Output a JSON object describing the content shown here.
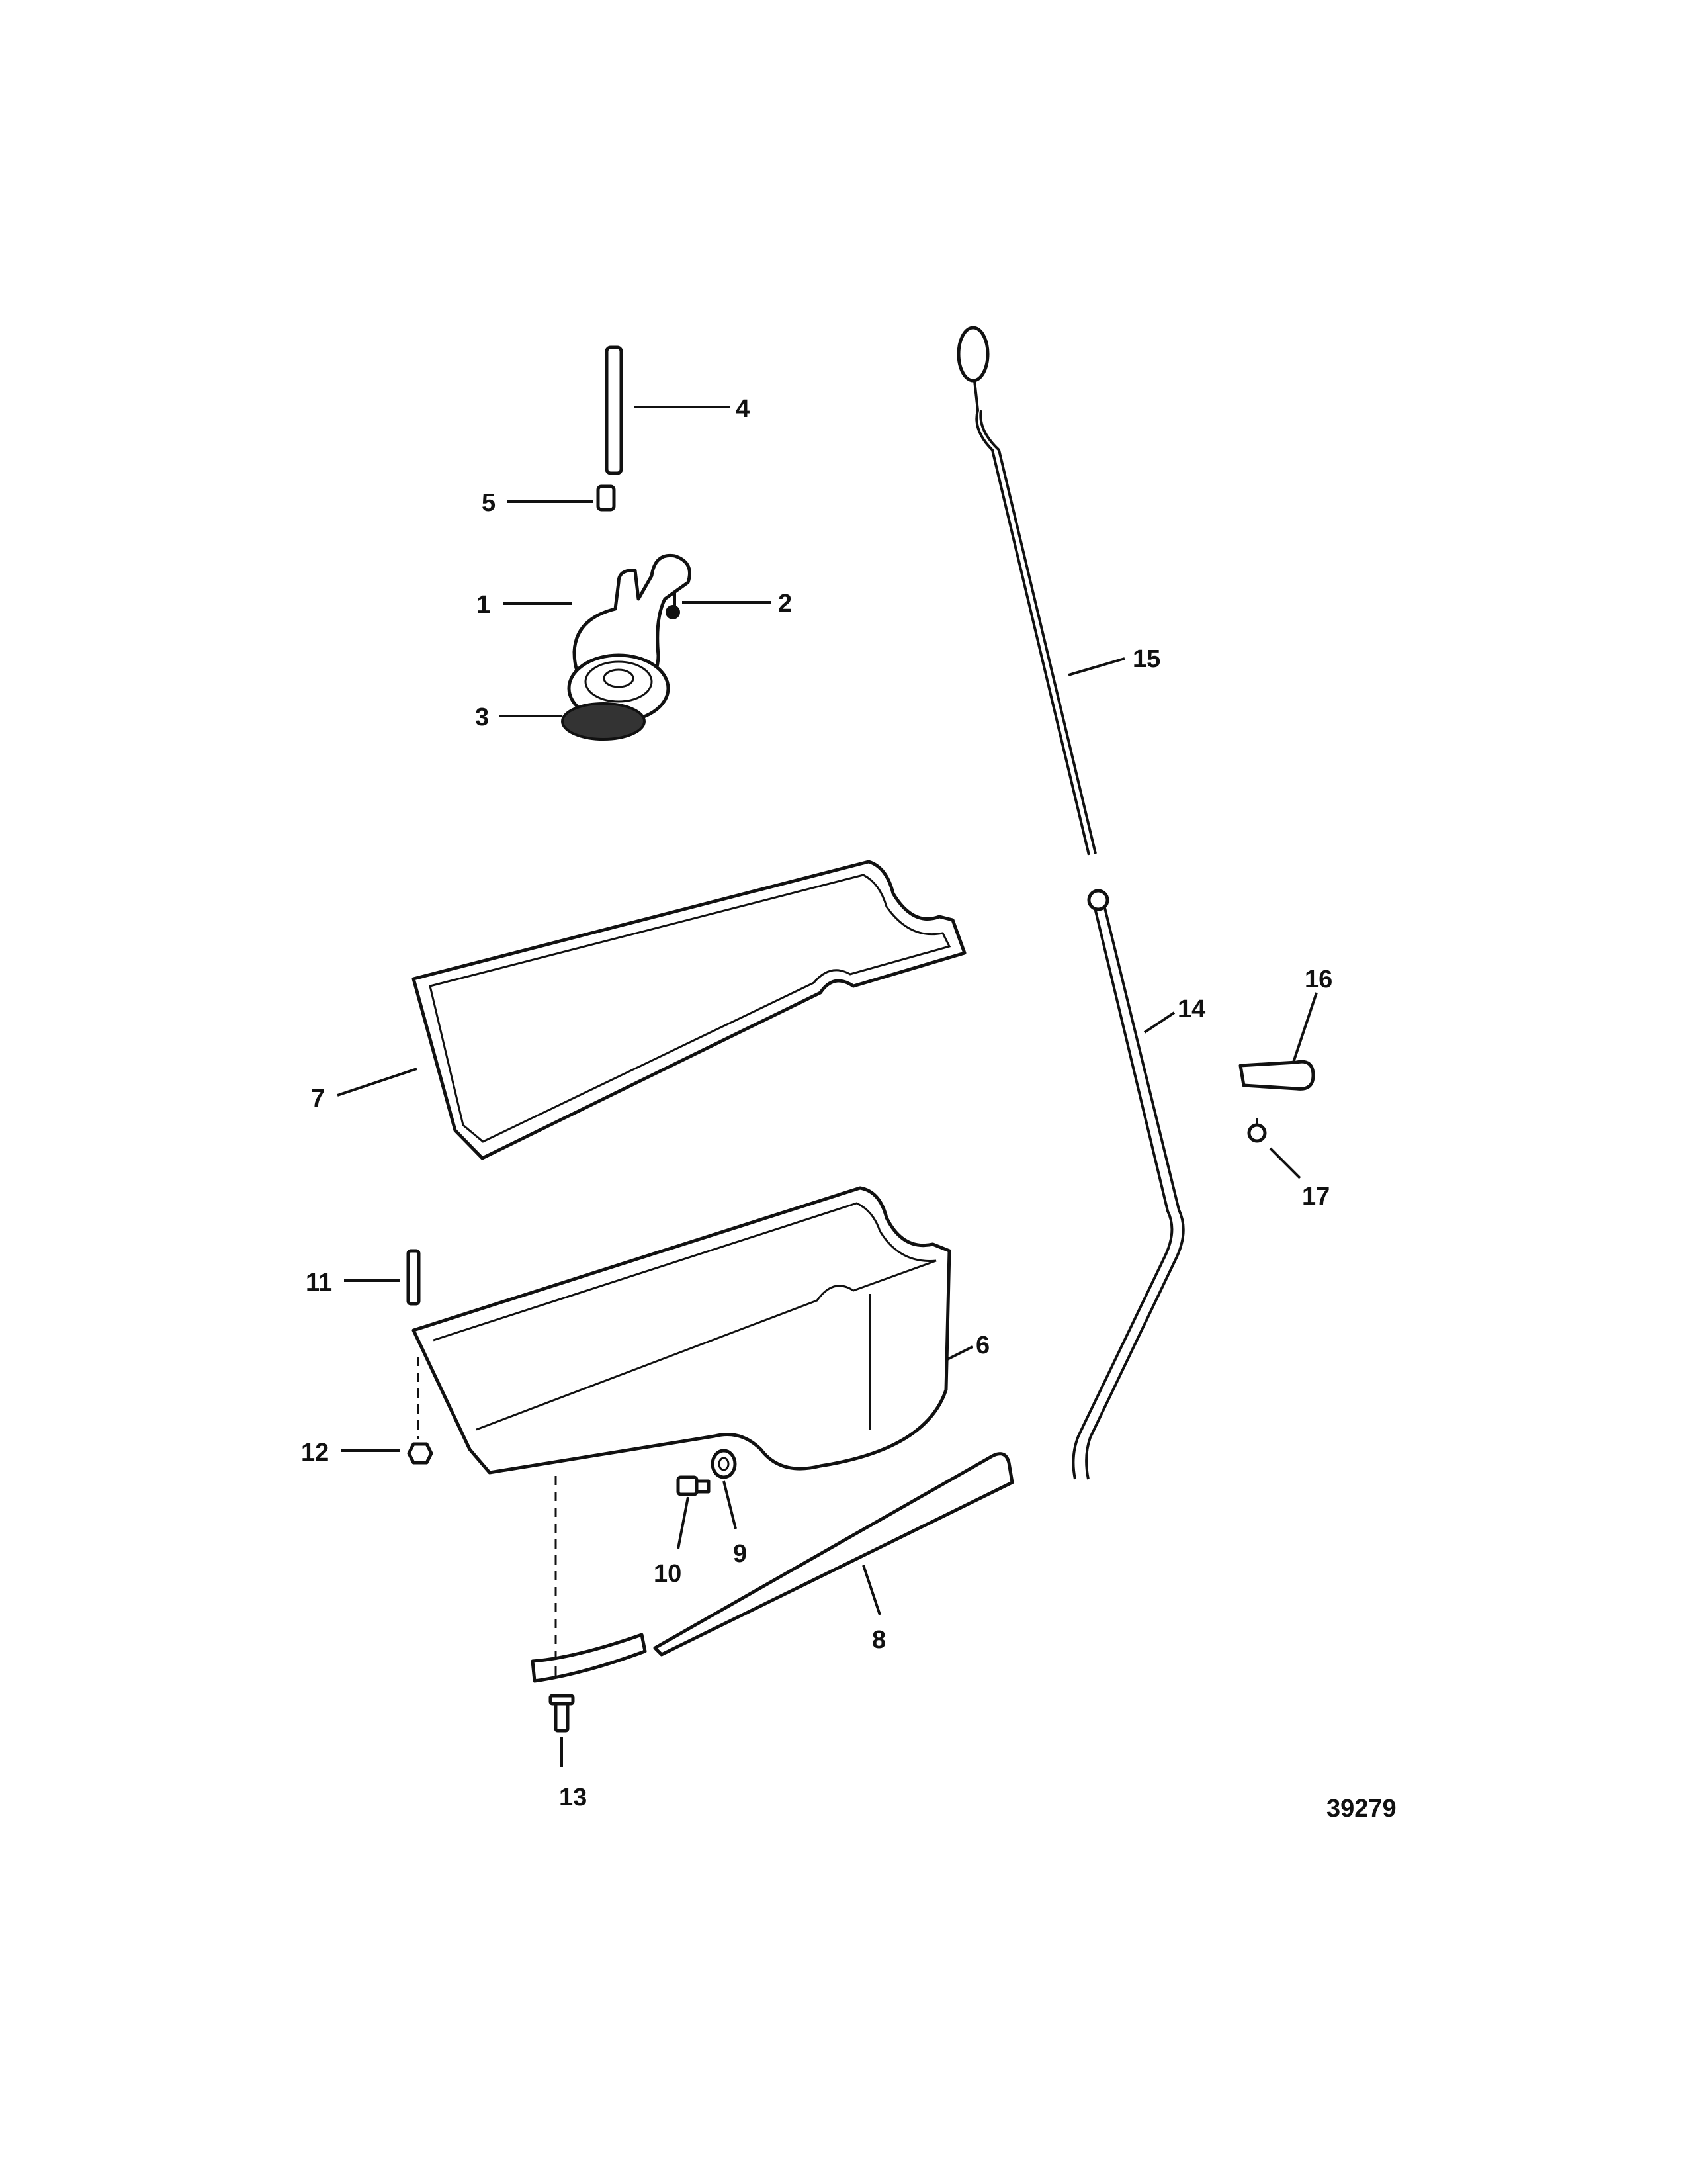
{
  "diagram": {
    "figure_number": "39279",
    "callouts": [
      {
        "id": "1",
        "label": "1"
      },
      {
        "id": "2",
        "label": "2"
      },
      {
        "id": "3",
        "label": "3"
      },
      {
        "id": "4",
        "label": "4"
      },
      {
        "id": "5",
        "label": "5"
      },
      {
        "id": "6",
        "label": "6"
      },
      {
        "id": "7",
        "label": "7"
      },
      {
        "id": "8",
        "label": "8"
      },
      {
        "id": "9",
        "label": "9"
      },
      {
        "id": "10",
        "label": "10"
      },
      {
        "id": "11",
        "label": "11"
      },
      {
        "id": "12",
        "label": "12"
      },
      {
        "id": "13",
        "label": "13"
      },
      {
        "id": "14",
        "label": "14"
      },
      {
        "id": "15",
        "label": "15"
      },
      {
        "id": "16",
        "label": "16"
      },
      {
        "id": "17",
        "label": "17"
      }
    ]
  }
}
